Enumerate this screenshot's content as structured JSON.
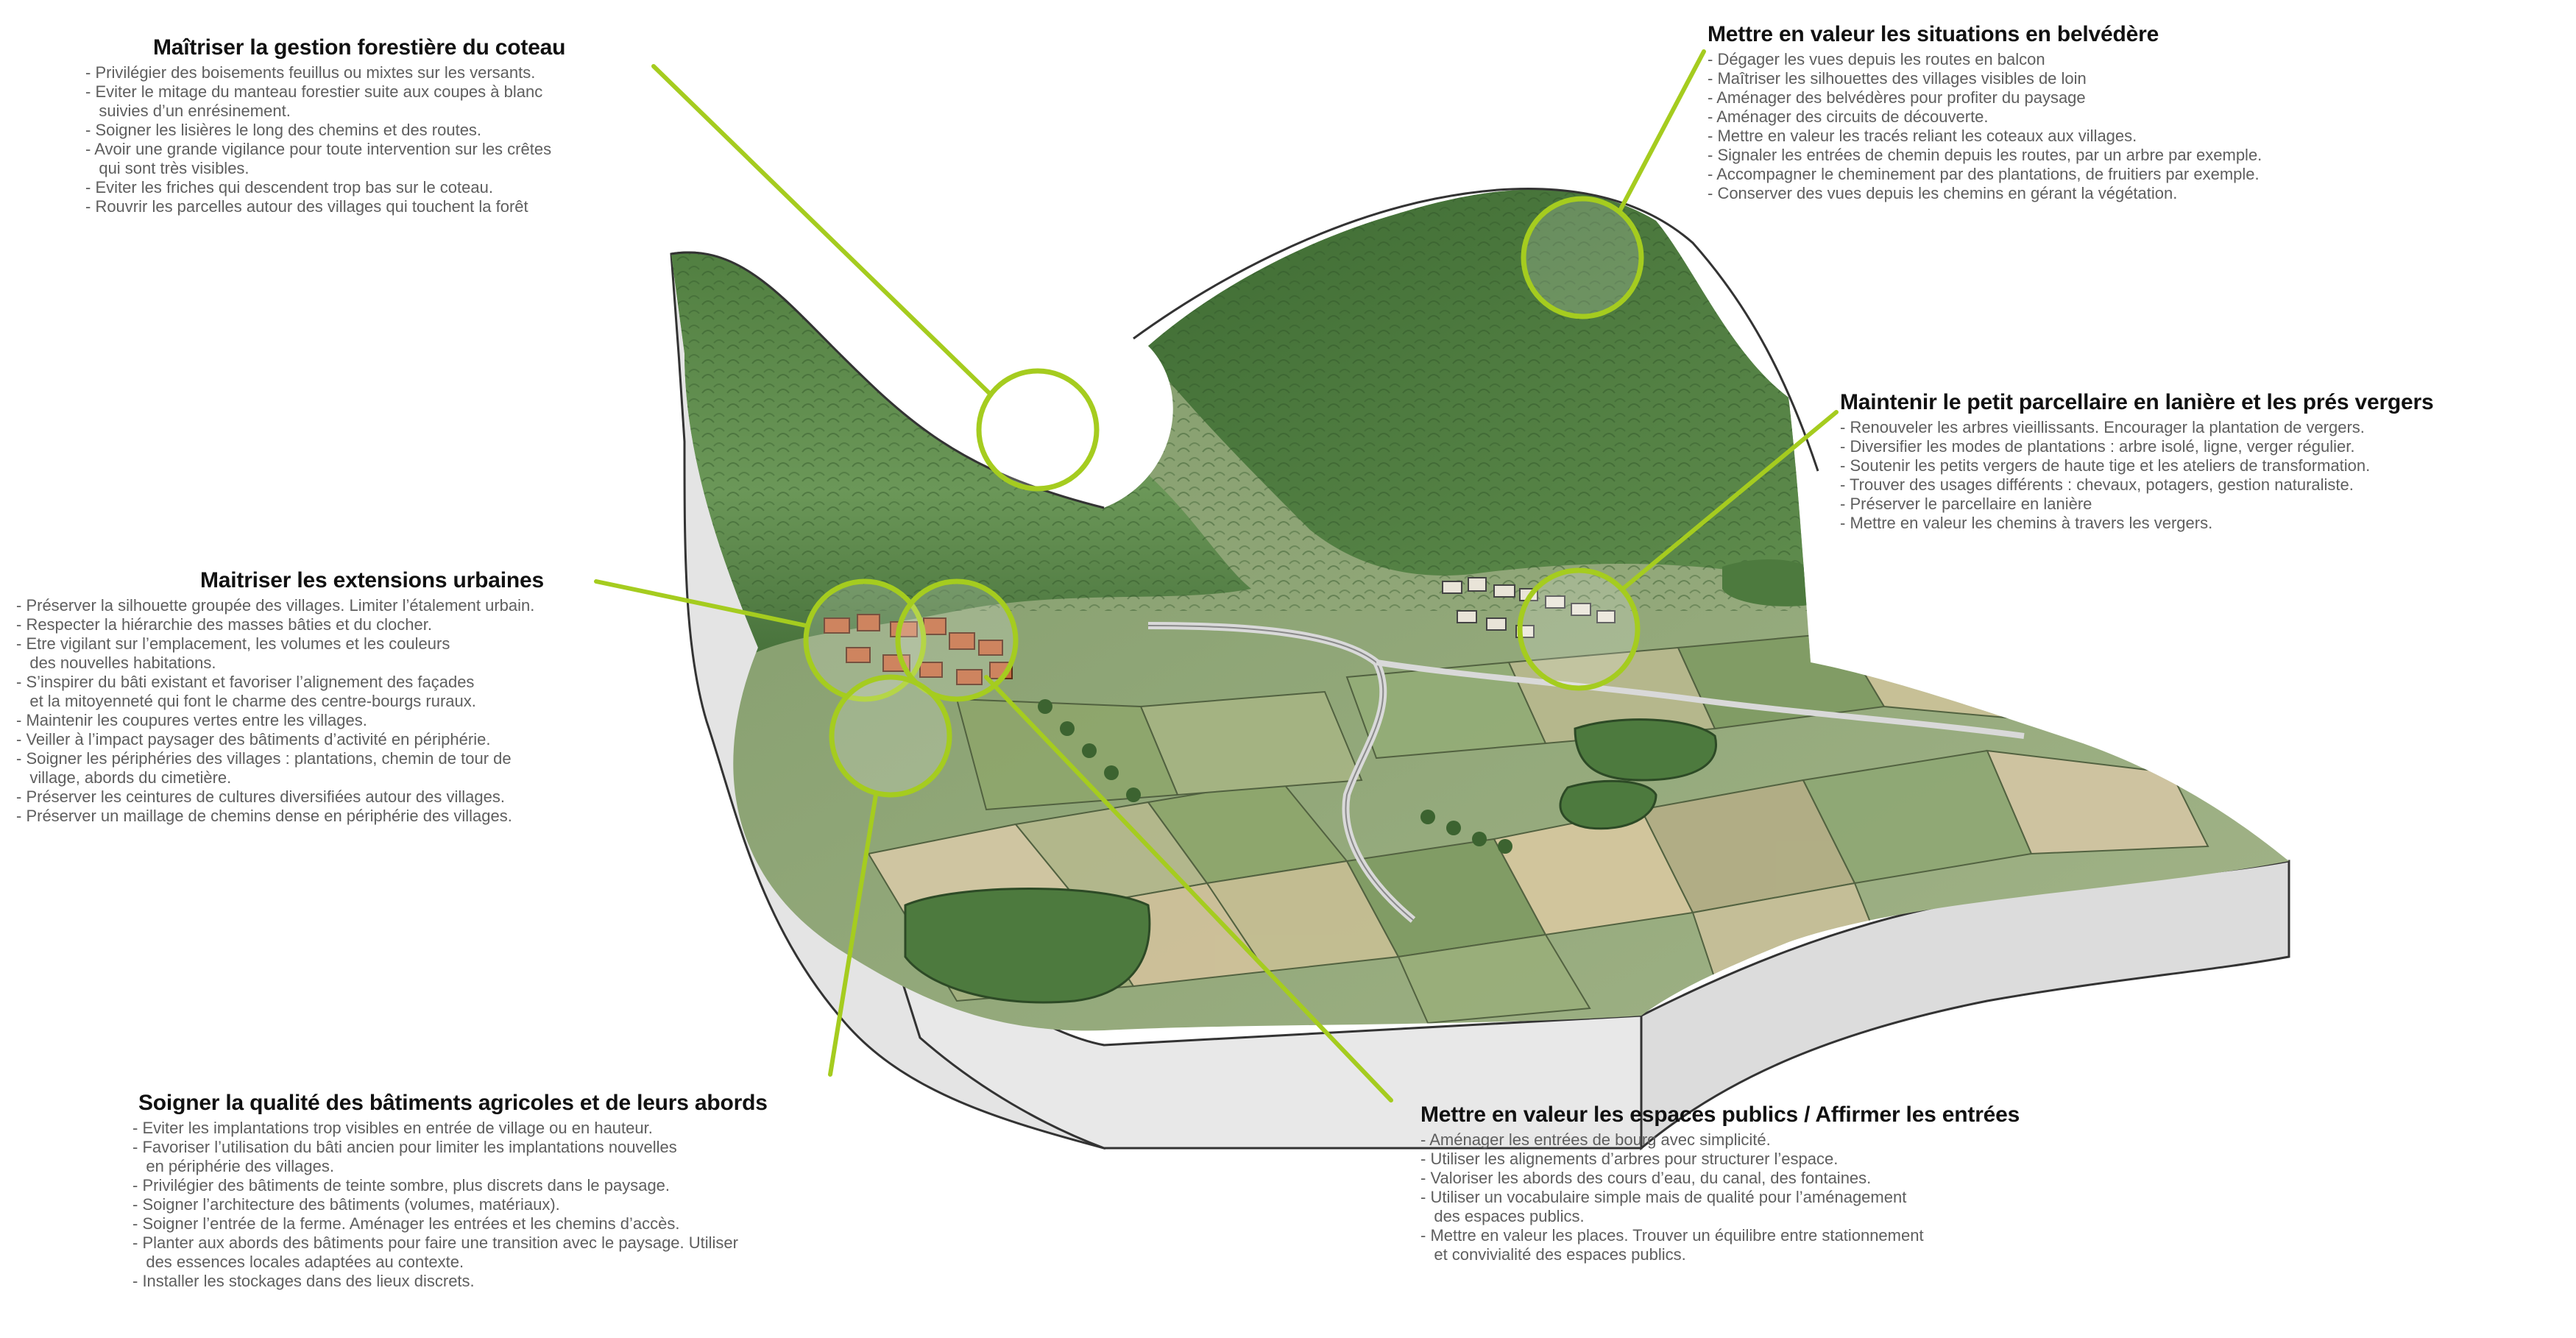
{
  "colors": {
    "accent": "#a5cc1f",
    "forest_dark": "#3f6b34",
    "forest_light": "#6f9a5a",
    "meadow": "#8fa874",
    "field_beige": "#d4c6a4",
    "plinth": "#e6e6e6",
    "heading": "#111111",
    "text": "#5e5e5e"
  },
  "blocks": {
    "forest": {
      "title": "Maîtriser la gestion forestière du coteau",
      "items": [
        "- Privilégier des boisements feuillus ou mixtes sur les versants.",
        "- Eviter le mitage du manteau forestier suite aux coupes à blanc",
        "   suivies d’un enrésinement.",
        "- Soigner les lisières le long des chemins et des routes.",
        "- Avoir une grande vigilance pour toute intervention sur les crêtes",
        "   qui sont très visibles.",
        "- Eviter les friches qui descendent trop bas sur le coteau.",
        "- Rouvrir les parcelles autour des villages qui touchent la forêt"
      ]
    },
    "belvedere": {
      "title": "Mettre en valeur les situations en belvédère",
      "items": [
        "- Dégager les vues depuis les routes en balcon",
        "- Maîtriser les silhouettes des villages visibles de loin",
        "- Aménager des belvédères pour profiter du paysage",
        "- Aménager des circuits de découverte.",
        "- Mettre en valeur les tracés reliant les coteaux aux villages.",
        "- Signaler les entrées de chemin depuis les routes, par un arbre par exemple.",
        "- Accompagner le cheminement par des plantations, de fruitiers par exemple.",
        "- Conserver des vues depuis les chemins en gérant la végétation."
      ]
    },
    "parcellaire": {
      "title": "Maintenir le petit parcellaire en lanière et les prés vergers",
      "items": [
        "- Renouveler les arbres vieillissants. Encourager la plantation de vergers.",
        "- Diversifier les modes de plantations : arbre isolé, ligne, verger régulier.",
        "- Soutenir les petits vergers de haute tige et les ateliers de transformation.",
        "- Trouver des usages différents : chevaux, potagers, gestion naturaliste.",
        "- Préserver le parcellaire en lanière",
        "- Mettre en valeur les chemins à travers les vergers."
      ]
    },
    "urban": {
      "title": "Maitriser les extensions urbaines",
      "items": [
        "- Préserver la silhouette groupée des villages. Limiter l’étalement urbain.",
        "- Respecter la hiérarchie des masses bâties et du clocher.",
        "- Etre vigilant sur l’emplacement, les volumes et les couleurs",
        "   des nouvelles habitations.",
        "- S’inspirer du bâti existant et favoriser l’alignement des façades",
        "   et la mitoyenneté qui font le charme des centre-bourgs ruraux.",
        "- Maintenir les coupures vertes entre les villages.",
        "- Veiller à l’impact paysager des bâtiments d’activité en périphérie.",
        "- Soigner les périphéries des villages : plantations, chemin de tour de",
        "   village, abords du cimetière.",
        "- Préserver les ceintures de cultures diversifiées autour des villages.",
        "- Préserver un maillage de chemins dense en périphérie des villages."
      ]
    },
    "agricole": {
      "title": "Soigner la qualité des bâtiments agricoles et de leurs abords",
      "items": [
        "- Eviter les implantations trop visibles en entrée de village ou en hauteur.",
        "- Favoriser l’utilisation du bâti ancien pour limiter les implantations nouvelles",
        "   en périphérie des villages.",
        "- Privilégier des bâtiments de teinte sombre, plus discrets dans le paysage.",
        "- Soigner l’architecture des bâtiments (volumes, matériaux).",
        "- Soigner l’entrée de la ferme. Aménager les entrées et les chemins d’accès.",
        "- Planter aux abords des bâtiments pour faire une transition avec le paysage. Utiliser",
        "   des essences locales adaptées au contexte.",
        "- Installer les stockages dans des lieux discrets."
      ]
    },
    "public": {
      "title": "Mettre en valeur les espaces publics / Affirmer les entrées",
      "items": [
        "- Aménager les entrées de bourg avec simplicité.",
        "- Utiliser les alignements d’arbres pour structurer l’espace.",
        "- Valoriser les abords des cours d’eau, du canal, des fontaines.",
        "- Utiliser un vocabulaire simple mais de qualité pour l’aménagement",
        "   des espaces publics.",
        "- Mettre en valeur les places. Trouver un équilibre entre stationnement",
        "   et convivialité des espaces publics."
      ]
    }
  }
}
